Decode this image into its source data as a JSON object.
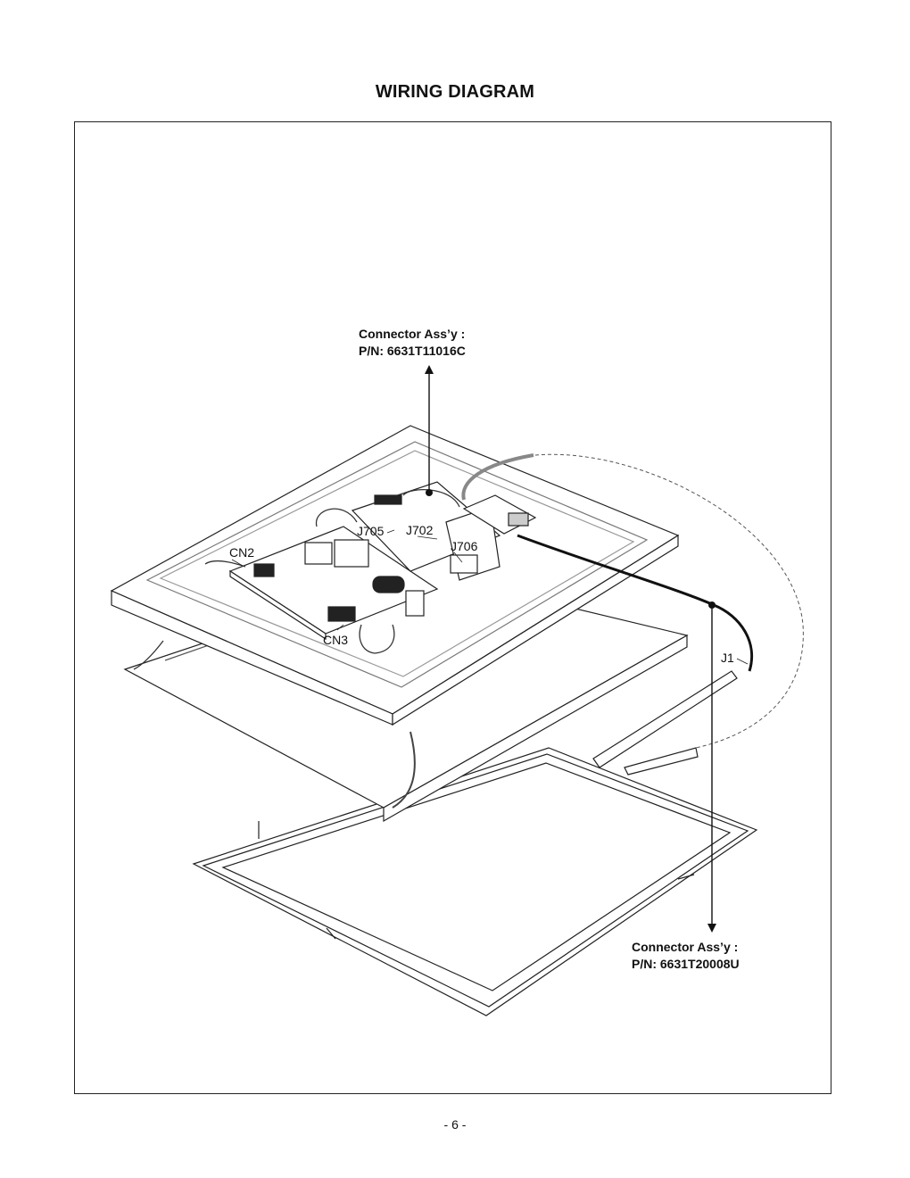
{
  "title": "WIRING DIAGRAM",
  "callouts": {
    "top": {
      "line1": "Connector Ass’y :",
      "line2": "P/N: 6631T11016C"
    },
    "bottom": {
      "line1": "Connector Ass’y :",
      "line2": "P/N: 6631T20008U"
    }
  },
  "connectors": {
    "j705": "J705",
    "j702": "J702",
    "j706": "J706",
    "cn2": "CN2",
    "cn3": "CN3",
    "j1": "J1"
  },
  "page_number": "- 6 -"
}
